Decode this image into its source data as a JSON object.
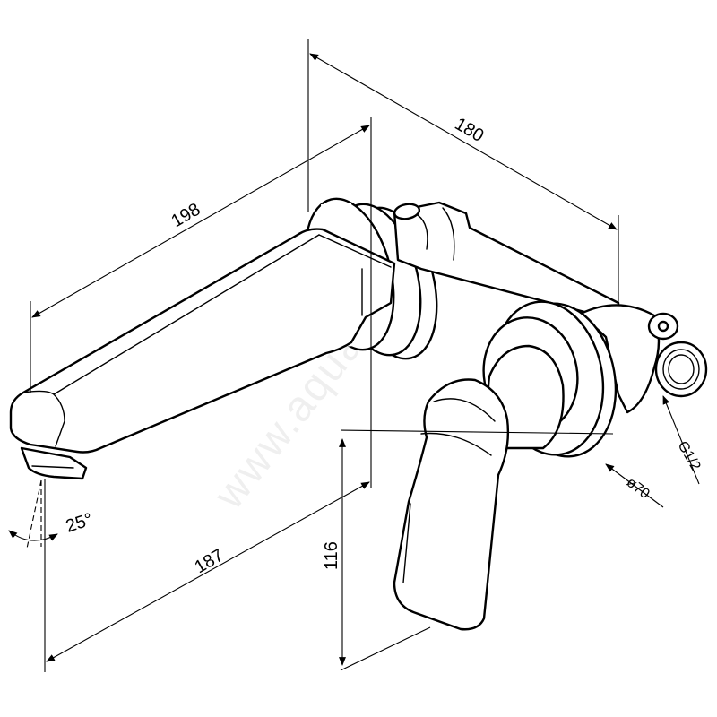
{
  "dimensions": {
    "overall_depth": "180",
    "spout_length": "198",
    "spout_reach": "187",
    "height": "116",
    "rosette_diameter": "ø70",
    "thread": "G1/2",
    "spout_angle": "25°"
  },
  "watermark": "www.aquahim.ru",
  "colors": {
    "line": "#000000",
    "background": "#ffffff"
  }
}
